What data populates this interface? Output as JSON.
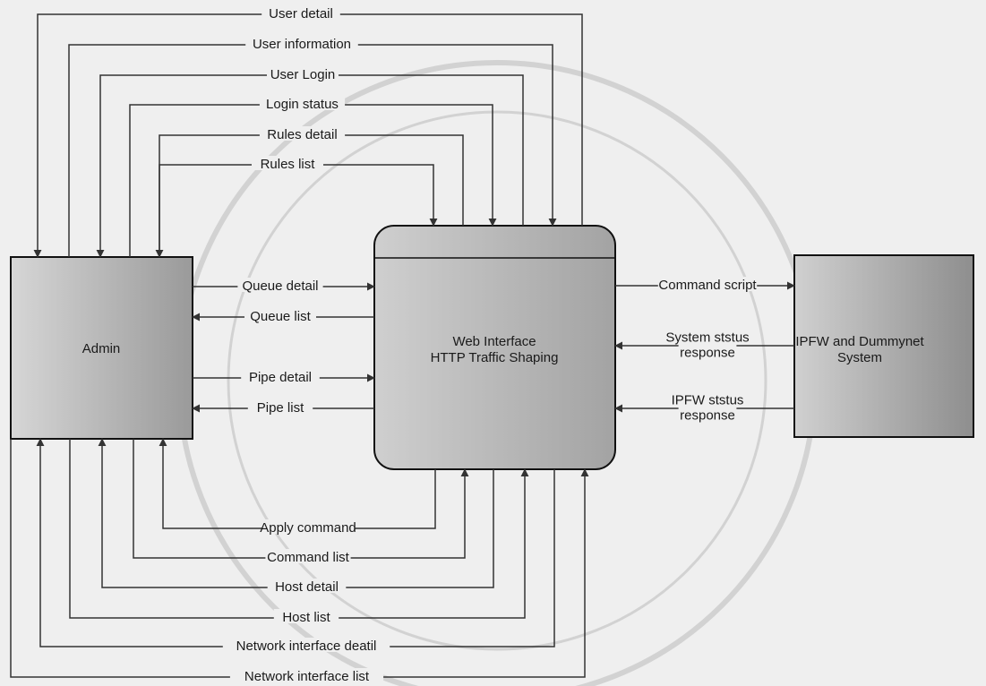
{
  "entities": {
    "admin": "Admin",
    "web": [
      "Web Interface",
      "HTTP Traffic Shaping"
    ],
    "ipfw": [
      "IPFW and Dummynet",
      "System"
    ]
  },
  "top_flows": [
    {
      "label": "User detail",
      "dir": "to_admin"
    },
    {
      "label": "User information",
      "dir": "to_web"
    },
    {
      "label": "User Login",
      "dir": "to_admin"
    },
    {
      "label": "Login status",
      "dir": "to_web"
    },
    {
      "label": "Rules detail",
      "dir": "to_admin"
    },
    {
      "label": "Rules list",
      "dir": "to_web"
    }
  ],
  "middle_flows": [
    {
      "label": "Queue detail",
      "dir": "to_web"
    },
    {
      "label": "Queue list",
      "dir": "to_admin"
    },
    {
      "label": "Pipe detail",
      "dir": "to_web"
    },
    {
      "label": "Pipe list",
      "dir": "to_admin"
    }
  ],
  "right_flows": [
    {
      "label": [
        "Command script"
      ],
      "dir": "to_ipfw"
    },
    {
      "label": [
        "System ststus",
        "response"
      ],
      "dir": "to_web"
    },
    {
      "label": [
        "IPFW ststus",
        "response"
      ],
      "dir": "to_web"
    }
  ],
  "bottom_flows": [
    {
      "label": "Apply command",
      "dir": "to_admin"
    },
    {
      "label": "Command list",
      "dir": "to_web"
    },
    {
      "label": "Host detail",
      "dir": "to_admin"
    },
    {
      "label": "Host list",
      "dir": "to_web"
    },
    {
      "label": "Network interface deatil",
      "dir": "to_admin"
    },
    {
      "label": "Network interface list",
      "dir": "to_web"
    }
  ],
  "colors": {
    "line": "#333333",
    "label_bg": "#efefef",
    "box_stroke": "#111111"
  }
}
